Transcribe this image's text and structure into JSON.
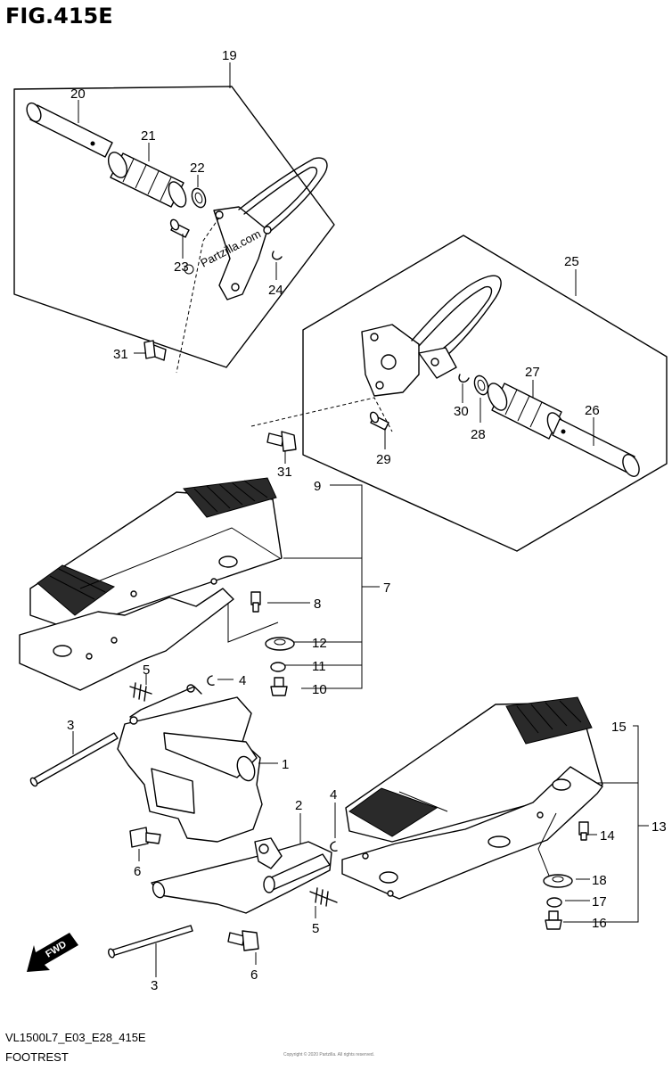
{
  "figure": {
    "title": "FIG.415E",
    "model_code": "VL1500L7_E03_E28_415E",
    "caption": "FOOTREST",
    "watermark": "Partzilla.com",
    "small_print": "Copyright © 2020 Partzilla. All rights reserved."
  },
  "callouts": {
    "c19": "19",
    "c20": "20",
    "c21": "21",
    "c22": "22",
    "c23": "23",
    "c24": "24",
    "c31a": "31",
    "c25": "25",
    "c26": "26",
    "c27": "27",
    "c28": "28",
    "c29": "29",
    "c30": "30",
    "c31b": "31",
    "c9": "9",
    "c7": "7",
    "c8": "8",
    "c12": "12",
    "c11": "11",
    "c10": "10",
    "c5a": "5",
    "c4a": "4",
    "c3a": "3",
    "c1": "1",
    "c2": "2",
    "c4b": "4",
    "c6a": "6",
    "c5b": "5",
    "c3b": "3",
    "c6b": "6",
    "c15": "15",
    "c13": "13",
    "c14": "14",
    "c18": "18",
    "c17": "17",
    "c16": "16"
  },
  "fwd_arrow": {
    "label": "FWD",
    "icon": "forward-arrow-icon"
  }
}
